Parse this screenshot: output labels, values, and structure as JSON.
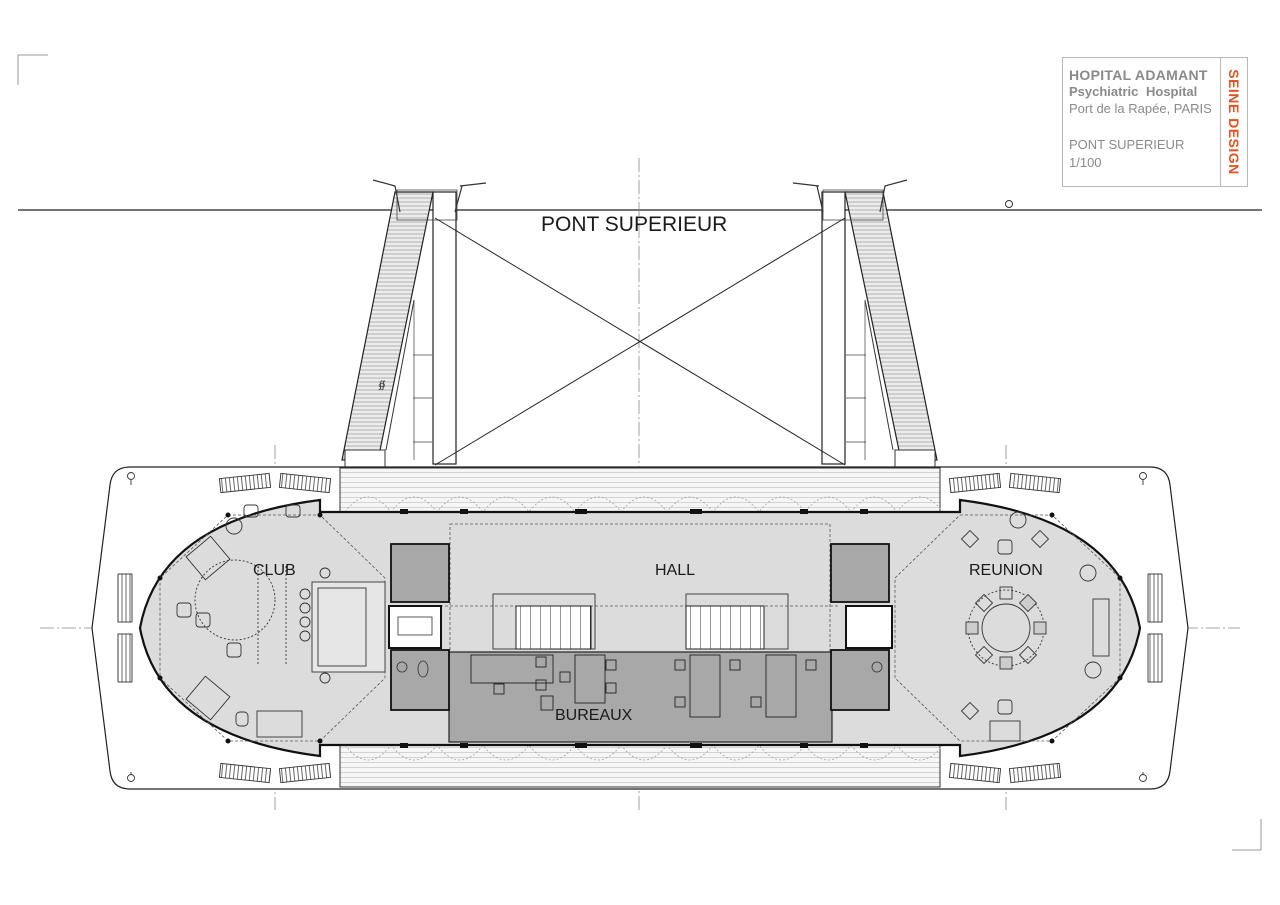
{
  "title_block": {
    "project": "HOPITAL ADAMANT",
    "type": "Psychiatric  Hospital",
    "location": "Port de la Rapée, PARIS",
    "sheet": "PONT SUPERIEUR",
    "scale": "1/100",
    "firm": "SEINE DESIGN",
    "firm_color": "#e8501e"
  },
  "drawing": {
    "deck_title": "PONT SUPERIEUR",
    "rooms": [
      {
        "id": "club",
        "label": "CLUB"
      },
      {
        "id": "hall",
        "label": "HALL"
      },
      {
        "id": "reunion",
        "label": "REUNION"
      },
      {
        "id": "bureaux",
        "label": "BUREAUX"
      }
    ],
    "colors": {
      "floor_light": "#dcdcdc",
      "floor_dark": "#a8a8a8",
      "line": "#1a1a1a",
      "deck": "#f2f2f2"
    }
  }
}
